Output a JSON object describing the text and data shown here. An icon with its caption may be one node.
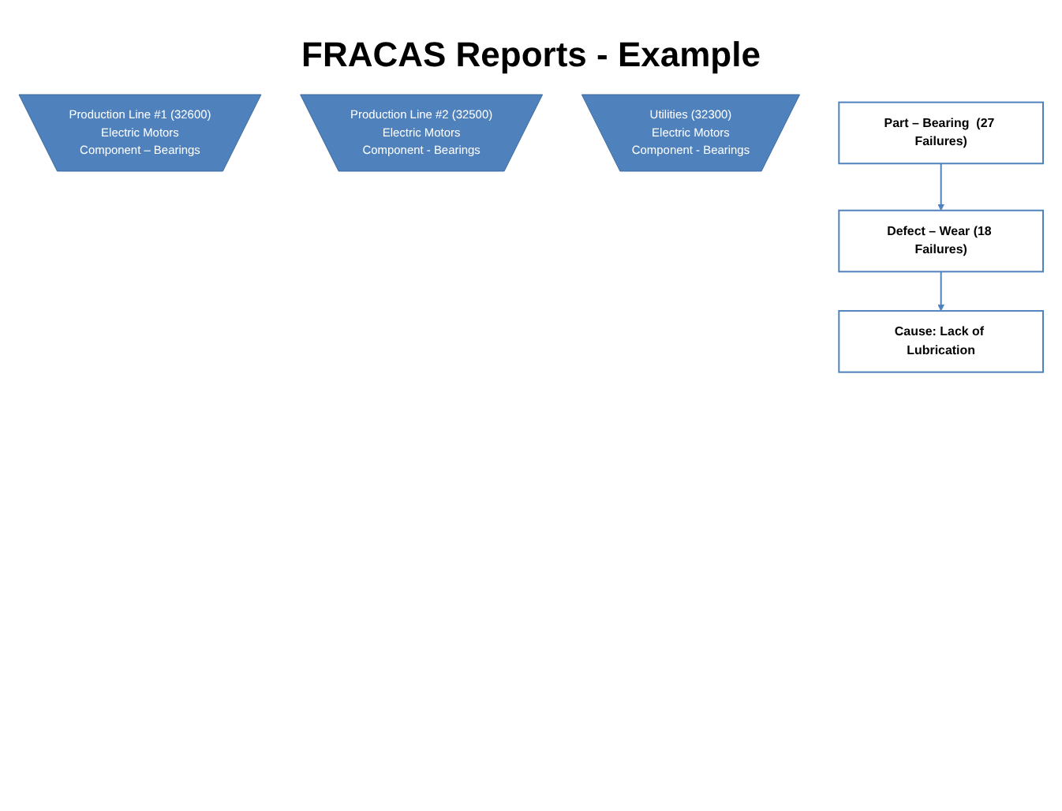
{
  "diagram": {
    "title": "FRACAS Reports - Example",
    "nodes": [
      {
        "text": [
          "Production Line #1 (32600)",
          "Electric Motors",
          "Component – Bearings"
        ]
      },
      {
        "text": [
          "Production Line #2 (32500)",
          "Electric Motors",
          "Component - Bearings"
        ]
      },
      {
        "text": [
          "Utilities (32300)",
          "Electric Motors",
          "Component - Bearings"
        ]
      },
      {
        "text": [
          "Part – Bearing  (27 Failures)"
        ]
      },
      {
        "text": [
          "Defect – Wear (18 Failures)"
        ]
      },
      {
        "text": [
          "Cause: Lack of Lubrication"
        ]
      }
    ],
    "edges": [
      {
        "from": 3,
        "to": 4,
        "arrow": "to"
      },
      {
        "from": 4,
        "to": 5,
        "arrow": "to"
      }
    ]
  }
}
